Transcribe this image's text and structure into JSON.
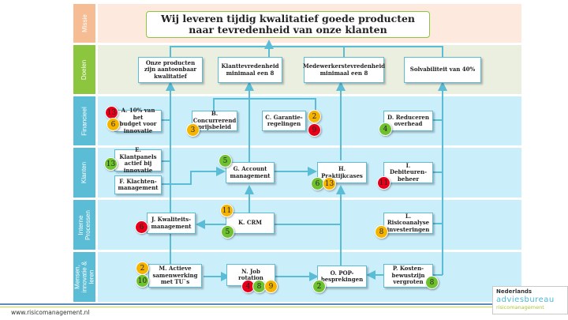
{
  "bands": [
    {
      "id": "missie",
      "label": "Missie",
      "label_color": "#f6bd94",
      "bg_color": "#fde9dd"
    },
    {
      "id": "doelen",
      "label": "Doelen",
      "label_color": "#8cc63e",
      "bg_color": "#ebefe0"
    },
    {
      "id": "financieel",
      "label": "Financieel",
      "label_color": "#5bbcd6",
      "bg_color": "#cbeefb"
    },
    {
      "id": "klanten",
      "label": "Klanten",
      "label_color": "#5bbcd6",
      "bg_color": "#cbeefb"
    },
    {
      "id": "interne",
      "label": "Interne\nProcessen",
      "label_color": "#5bbcd6",
      "bg_color": "#cbeefb"
    },
    {
      "id": "mensen",
      "label": "Mensen,\ninnovatie &\nleren",
      "label_color": "#5bbcd6",
      "bg_color": "#cbeefb"
    }
  ],
  "mission": "Wij leveren tijdig kwalitatief goede producten\nnaar tevredenheid van onze klanten",
  "goals": [
    "Onze producten\nzijn aantoonbaar\nkwalitatief",
    "Klanttevredenheid\nminimaal een 8",
    "Medewerkerstevredenheid\nminimaal een 8",
    "Solvabiliteit van 40%"
  ],
  "objectives": {
    "A": {
      "text": "A. 10% van het\nbudget voor\ninnovatie",
      "badges": [
        {
          "value": "13",
          "color": "red"
        },
        {
          "value": "6",
          "color": "yellow"
        }
      ]
    },
    "B": {
      "text": "B. Concurrerend\nprijsbeleid",
      "badges": [
        {
          "value": "3",
          "color": "yellow"
        }
      ]
    },
    "C": {
      "text": "C. Garantie-\nregelingen",
      "badges": [
        {
          "value": "2",
          "color": "yellow"
        },
        {
          "value": "9",
          "color": "red"
        }
      ]
    },
    "D": {
      "text": "D. Reduceren\noverhead",
      "badges": [
        {
          "value": "4",
          "color": "green"
        }
      ]
    },
    "E": {
      "text": "E. Klantpanels\nactief bij\ninnovatie",
      "badges": [
        {
          "value": "13",
          "color": "green"
        }
      ]
    },
    "F": {
      "text": "F. Klachten-\nmanagement",
      "badges": []
    },
    "G": {
      "text": "G. Account\nmanagement",
      "badges": [
        {
          "value": "5",
          "color": "green"
        }
      ]
    },
    "H": {
      "text": "H. Praktijkcases",
      "badges": [
        {
          "value": "6",
          "color": "green"
        },
        {
          "value": "13",
          "color": "yellow"
        }
      ]
    },
    "I": {
      "text": "I. Debiteuren-\nbeheer",
      "badges": [
        {
          "value": "11",
          "color": "red"
        }
      ]
    },
    "J": {
      "text": "J. Kwaliteits-\nmanagement",
      "badges": [
        {
          "value": "6",
          "color": "red"
        }
      ]
    },
    "K": {
      "text": "K.  CRM",
      "badges": [
        {
          "value": "11",
          "color": "yellow"
        },
        {
          "value": "5",
          "color": "green"
        }
      ]
    },
    "L": {
      "text": "L. Risicoanalyse\ninvesteringen",
      "badges": [
        {
          "value": "8",
          "color": "yellow"
        }
      ]
    },
    "M": {
      "text": "M. Actieve\nsamenwerking\nmet TU`s",
      "badges": [
        {
          "value": "2",
          "color": "yellow"
        },
        {
          "value": "10",
          "color": "green"
        }
      ]
    },
    "N": {
      "text": "N. Job rotation",
      "badges": [
        {
          "value": "4",
          "color": "red"
        },
        {
          "value": "8",
          "color": "green"
        },
        {
          "value": "9",
          "color": "yellow"
        }
      ]
    },
    "O": {
      "text": "O. POP-\nbesprekingen",
      "badges": [
        {
          "value": "2",
          "color": "green"
        }
      ]
    },
    "P": {
      "text": "P. Kosten-\nbewustzijn\nvergroten",
      "badges": [
        {
          "value": "8",
          "color": "green"
        }
      ]
    }
  },
  "colors": {
    "line": "#5bbcd6",
    "red": "#e8001a",
    "yellow": "#f5b400",
    "green": "#6ec12f"
  },
  "footer": {
    "url": "www.risicomanagement.nl",
    "logo_line1": "Nederlands",
    "logo_line2": "adviesbureau",
    "logo_line3": "risicomanagement"
  }
}
